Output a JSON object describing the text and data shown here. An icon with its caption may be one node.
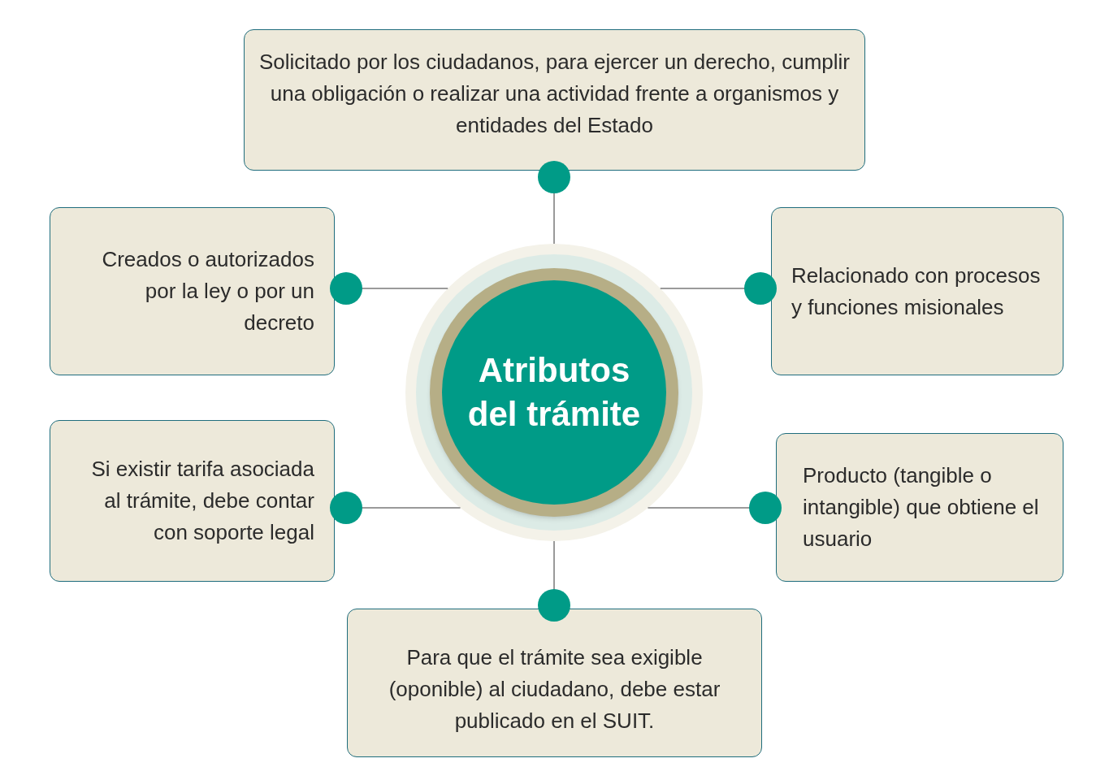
{
  "diagram": {
    "nodes": [
      {
        "text": [
          "Atributos del trámite"
        ]
      },
      {
        "text": [
          "Solicitado por los ciudadanos, para ejercer un derecho, cumplir una obligación o realizar una actividad frente a organismos y entidades del Estado"
        ]
      },
      {
        "text": [
          "Creados o autorizados por la ley o por un decreto"
        ]
      },
      {
        "text": [
          "Relacionado con procesos y funciones misionales"
        ]
      },
      {
        "text": [
          "Si existir tarifa asociada al trámite, debe contar con soporte legal"
        ]
      },
      {
        "text": [
          "Producto (tangible o intangible) que obtiene el usuario"
        ]
      },
      {
        "text": [
          "Para que el trámite sea exigible (oponible) al ciudadano, debe estar publicado en el SUIT."
        ]
      }
    ],
    "edges": [
      {
        "from": 0,
        "to": 1,
        "arrow": "other"
      },
      {
        "from": 0,
        "to": 2,
        "arrow": "other"
      },
      {
        "from": 0,
        "to": 3,
        "arrow": "other"
      },
      {
        "from": 0,
        "to": 4,
        "arrow": "other"
      },
      {
        "from": 0,
        "to": 5,
        "arrow": "other"
      },
      {
        "from": 0,
        "to": 6,
        "arrow": "other"
      }
    ]
  }
}
